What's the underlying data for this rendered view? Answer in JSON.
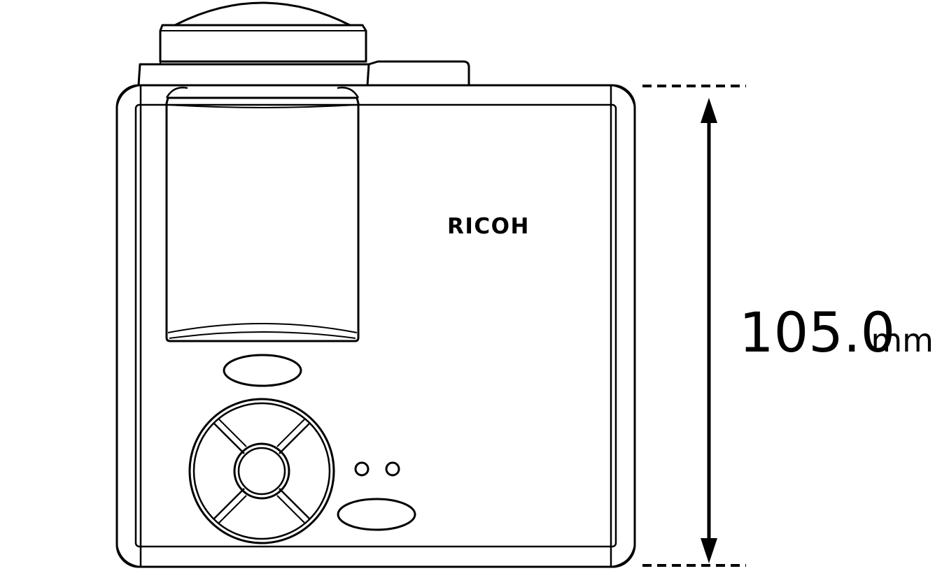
{
  "drawing": {
    "brand_logo": "RICOH",
    "dimension": {
      "value": "105.0",
      "unit": "mm"
    }
  },
  "colors": {
    "line": "#000000",
    "background": "#ffffff"
  }
}
